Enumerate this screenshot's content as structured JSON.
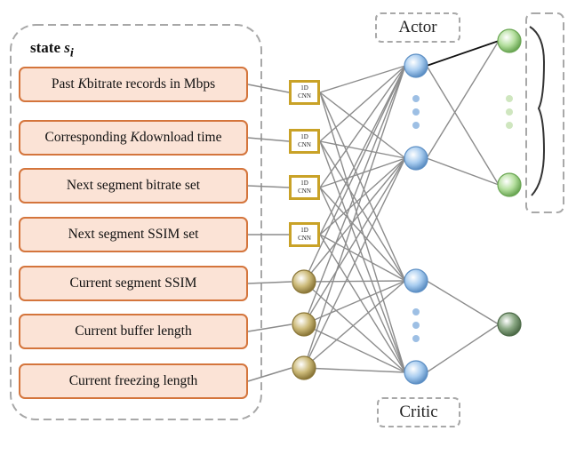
{
  "state": {
    "label_main": "state",
    "label_var": "s",
    "label_sub": "i"
  },
  "inputs": [
    {
      "pre": "Past ",
      "var": "K",
      "post": " bitrate records in Mbps"
    },
    {
      "pre": "Corresponding ",
      "var": "K",
      "post": " download time"
    },
    {
      "pre": "Next segment bitrate set",
      "var": "",
      "post": ""
    },
    {
      "pre": "Next segment SSIM set",
      "var": "",
      "post": ""
    },
    {
      "pre": "Current segment SSIM",
      "var": "",
      "post": ""
    },
    {
      "pre": "Current buffer length",
      "var": "",
      "post": ""
    },
    {
      "pre": "Current freezing length",
      "var": "",
      "post": ""
    }
  ],
  "cnn_label": {
    "line1": "1D",
    "line2": "CNN"
  },
  "actor_label": "Actor",
  "critic_label": "Critic",
  "colors": {
    "input_fill": "#fbe3d6",
    "input_border": "#d4753c",
    "cnn_border": "#c9a227",
    "scalar_node": "#b5a15a",
    "hidden_node": "#8ab4e0",
    "actor_node": "#9fd18a",
    "critic_node": "#6f8f6a",
    "edge": "#8c8c8c"
  }
}
